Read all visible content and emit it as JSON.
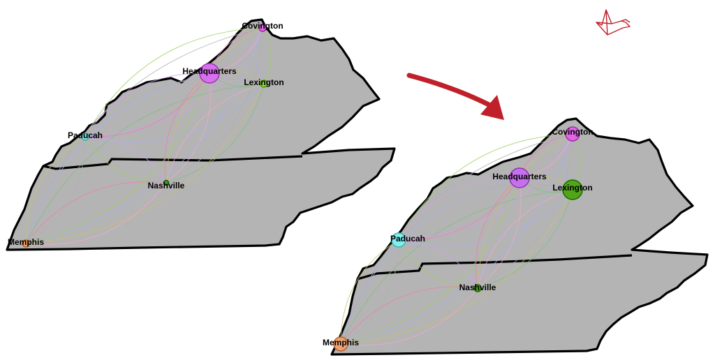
{
  "map_before": {
    "cities": [
      {
        "id": "covington",
        "label": "Covington",
        "color": "#e066e6",
        "size": "small"
      },
      {
        "id": "headquarters",
        "label": "Headquarters",
        "color": "#d670ee",
        "size": "large"
      },
      {
        "id": "lexington",
        "label": "Lexington",
        "color": "#8fd640",
        "size": "small"
      },
      {
        "id": "paducah",
        "label": "Paducah",
        "color": "#7ee8e8",
        "size": "small"
      },
      {
        "id": "nashville",
        "label": "Nashville",
        "color": "#3e9f10",
        "size": "tiny"
      },
      {
        "id": "memphis",
        "label": "Memphis",
        "color": "#f0a060",
        "size": "small"
      }
    ]
  },
  "map_after": {
    "cities": [
      {
        "id": "covington",
        "label": "Covington",
        "color": "#e066e6",
        "size": "medium"
      },
      {
        "id": "headquarters",
        "label": "Headquarters",
        "color": "#c770ee",
        "size": "large"
      },
      {
        "id": "lexington",
        "label": "Lexington",
        "color": "#52a518",
        "size": "large"
      },
      {
        "id": "paducah",
        "label": "Paducah",
        "color": "#7ef0f0",
        "size": "medium"
      },
      {
        "id": "nashville",
        "label": "Nashville",
        "color": "#52a518",
        "size": "small"
      },
      {
        "id": "memphis",
        "label": "Memphis",
        "color": "#f0a070",
        "size": "medium"
      }
    ]
  },
  "flow_colors": [
    "#f07fb0",
    "#a8b0f0",
    "#9fcf60",
    "#c9c070",
    "#b0b0b0",
    "#f0a8c8",
    "#80c080",
    "#d0a0f0"
  ],
  "arrow_color": "#c0202a",
  "logo": "origami-bird-logo"
}
